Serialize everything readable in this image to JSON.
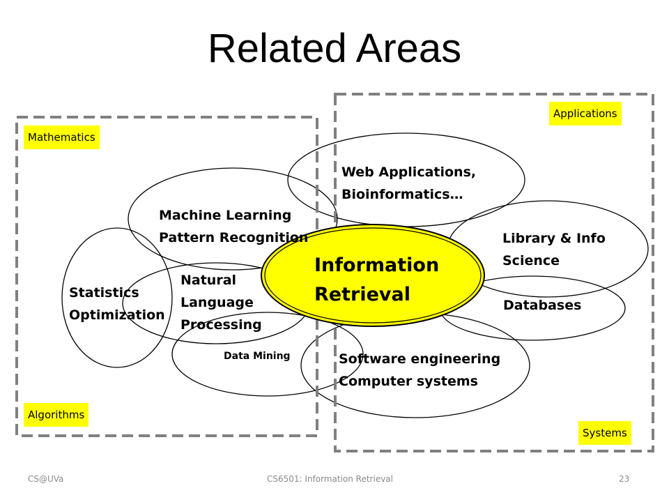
{
  "slide": {
    "title": "Related Areas",
    "regions": {
      "mathematics": "Mathematics",
      "applications": "Applications",
      "algorithms": "Algorithms",
      "systems": "Systems"
    },
    "center": {
      "line1": "Information",
      "line2": "Retrieval",
      "fill": "#ffff00"
    },
    "areas": {
      "web": [
        "Web Applications,",
        "Bioinformatics…"
      ],
      "ml": [
        "Machine Learning",
        "Pattern Recognition"
      ],
      "library": [
        "Library & Info",
        "Science"
      ],
      "stats": [
        "Statistics",
        "Optimization"
      ],
      "nlp": [
        "Natural",
        "Language",
        "Processing"
      ],
      "databases": "Databases",
      "data_mining": "Data Mining",
      "software": [
        "Software engineering",
        "Computer systems"
      ]
    },
    "footer": {
      "left": "CS@UVa",
      "center": "CS6501: Information Retrieval",
      "page": "23"
    },
    "colors": {
      "tag_bg": "#ffff00",
      "dash": "#808080",
      "footer_text": "#8a8a8a"
    }
  }
}
